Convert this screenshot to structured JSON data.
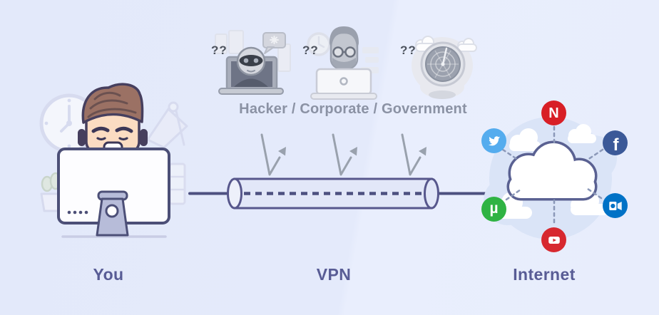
{
  "you": {
    "label": "You"
  },
  "vpn": {
    "label": "VPN",
    "threats_label": "Hacker / Corporate / Government",
    "threats": [
      {
        "name": "hacker",
        "question_marks": "??"
      },
      {
        "name": "corporate",
        "question_marks": "??"
      },
      {
        "name": "government",
        "question_marks": "??"
      }
    ]
  },
  "internet": {
    "label": "Internet",
    "services": [
      {
        "name": "netflix",
        "glyph": "N",
        "color": "#d81f26"
      },
      {
        "name": "twitter",
        "color": "#55acee"
      },
      {
        "name": "facebook",
        "glyph": "f",
        "color": "#3b5998"
      },
      {
        "name": "utorrent",
        "glyph": "µ",
        "color": "#2fb343"
      },
      {
        "name": "outlook",
        "color": "#0072c6"
      },
      {
        "name": "youtube",
        "color": "#d7282f"
      }
    ]
  },
  "colors": {
    "label": "#585c95",
    "threat_text": "#8b92a4",
    "question_marks": "#4d535e",
    "line": "#4d5180",
    "tunnel_fill": "#e2e7f8",
    "tunnel_outline": "#57578c",
    "cloud_outline": "#5a6192",
    "arrow": "#99a1ad",
    "background": "#e5ebfb"
  }
}
